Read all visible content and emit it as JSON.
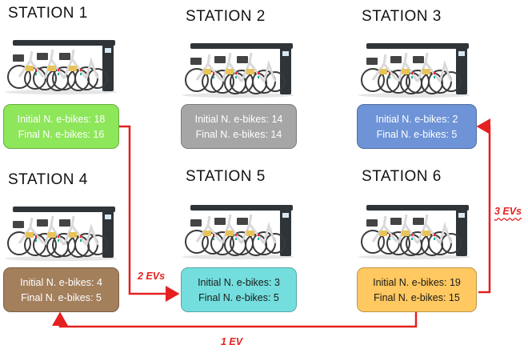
{
  "stations": [
    {
      "title": "STATION 1",
      "initial": "Initial N. e-bikes: 18",
      "final": "Final N. e-bikes: 16",
      "color": "#8ee65a",
      "text_color": "#ffffff"
    },
    {
      "title": "STATION 2",
      "initial": "Initial N. e-bikes: 14",
      "final": "Final N. e-bikes: 14",
      "color": "#a6a6a6",
      "text_color": "#ffffff"
    },
    {
      "title": "STATION 3",
      "initial": "Initial N. e-bikes: 2",
      "final": "Final N. e-bikes: 5",
      "color": "#6e93d6",
      "text_color": "#ffffff"
    },
    {
      "title": "STATION 4",
      "initial": "Initial N. e-bikes: 4",
      "final": "Final N. e-bikes: 5",
      "color": "#a37f5c",
      "text_color": "#ffffff"
    },
    {
      "title": "STATION 5",
      "initial": "Initial N. e-bikes: 3",
      "final": "Final N. e-bikes: 5",
      "color": "#74dede",
      "text_color": "#1a1a1a"
    },
    {
      "title": "STATION 6",
      "initial": "Initial N. e-bikes: 19",
      "final": "Final N. e-bikes: 15",
      "color": "#ffc861",
      "text_color": "#1a1a1a"
    }
  ],
  "flows": {
    "s1_to_s5": "2 EVs",
    "s6_to_s3": "3 EVs",
    "s6_to_s4": "1 EV"
  },
  "colors": {
    "arrow": "#e52020"
  }
}
